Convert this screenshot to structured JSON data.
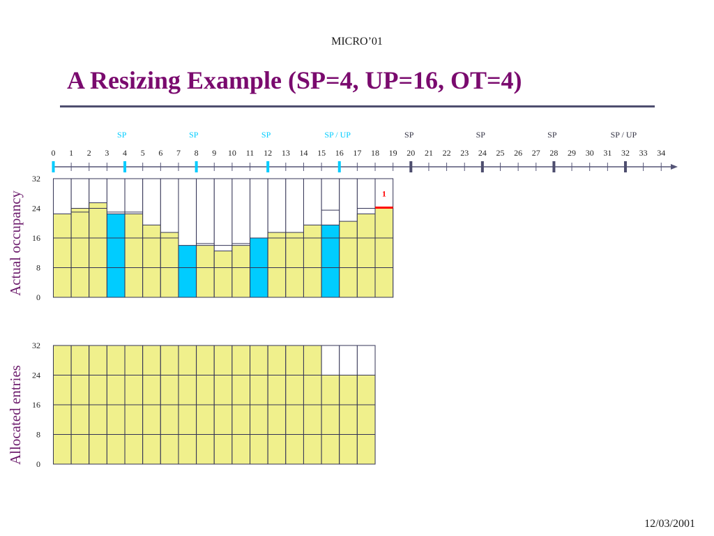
{
  "slide": {
    "header": "MICRO’01",
    "title": "A Resizing Example (SP=4, UP=16, OT=4)",
    "footer_date": "12/03/2001"
  },
  "timeline": {
    "ticks": [
      0,
      1,
      2,
      3,
      4,
      5,
      6,
      7,
      8,
      9,
      10,
      11,
      12,
      13,
      14,
      15,
      16,
      17,
      18,
      19,
      20,
      21,
      22,
      23,
      24,
      25,
      26,
      27,
      28,
      29,
      30,
      31,
      32,
      33,
      34
    ],
    "markers": [
      {
        "label": "SP",
        "tick": 3.83,
        "state": "done"
      },
      {
        "label": "SP",
        "tick": 7.85,
        "state": "done"
      },
      {
        "label": "SP",
        "tick": 11.9,
        "state": "done"
      },
      {
        "label": "SP / UP",
        "tick": 15.9,
        "state": "done"
      },
      {
        "label": "SP",
        "tick": 19.9,
        "state": "future"
      },
      {
        "label": "SP",
        "tick": 23.9,
        "state": "future"
      },
      {
        "label": "SP",
        "tick": 27.9,
        "state": "future"
      },
      {
        "label": "SP / UP",
        "tick": 31.9,
        "state": "future"
      }
    ],
    "boundary_ticks_done": [
      0,
      4,
      8,
      12,
      16
    ],
    "boundary_ticks_future": [
      20,
      24,
      28,
      32
    ],
    "colors": {
      "done": "#00ccff",
      "future": "#4d4d6e",
      "axis": "#555577"
    }
  },
  "chart_data": [
    {
      "type": "bar",
      "ylabel": "Actual occupancy",
      "yticks": [
        0,
        8,
        16,
        24,
        32
      ],
      "ylim": [
        0,
        32
      ],
      "intervals": 19,
      "values": [
        22.5,
        24,
        25.5,
        22.5,
        22.5,
        19.5,
        17.5,
        14,
        14,
        12.5,
        14,
        16,
        17.5,
        17.5,
        19.5,
        19.5,
        20.5,
        22.5,
        24
      ],
      "previous_values": [
        null,
        23,
        24,
        23,
        23,
        null,
        null,
        null,
        14.5,
        14,
        14.5,
        null,
        null,
        null,
        null,
        23.5,
        null,
        24,
        null
      ],
      "highlighted_intervals": [
        3,
        7,
        11,
        15
      ],
      "capacity": [
        32,
        32,
        32,
        32,
        32,
        32,
        32,
        32,
        32,
        32,
        32,
        32,
        32,
        32,
        32,
        32,
        32,
        32,
        32
      ],
      "annotation": {
        "text": "1",
        "interval": 18,
        "value": 24
      },
      "colors": {
        "fill": "#f0f08c",
        "highlight": "#00ccff",
        "annotation": "#ff0000",
        "grid": "#333355"
      }
    },
    {
      "type": "bar",
      "ylabel": "Allocated entries",
      "yticks": [
        0,
        8,
        16,
        24,
        32
      ],
      "ylim": [
        0,
        32
      ],
      "intervals": 19,
      "values": [
        32,
        32,
        32,
        32,
        32,
        32,
        32,
        32,
        32,
        32,
        32,
        32,
        32,
        32,
        32,
        24,
        24,
        24,
        null
      ],
      "capacity": [
        32,
        32,
        32,
        32,
        32,
        32,
        32,
        32,
        32,
        32,
        32,
        32,
        32,
        32,
        32,
        32,
        32,
        32,
        null
      ],
      "colors": {
        "fill": "#f0f08c",
        "grid": "#333355"
      }
    }
  ]
}
